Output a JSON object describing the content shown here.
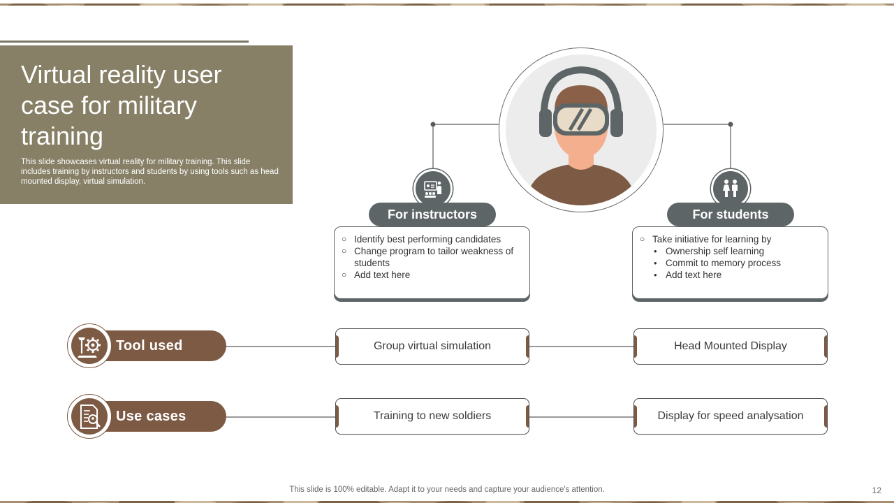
{
  "slide": {
    "title": "Virtual reality user case for military training",
    "description": "This slide showcases virtual reality for  military training. This slide includes training by instructors and students by using tools such as head mounted display, virtual simulation.",
    "footer": "This slide is 100% editable. Adapt it to your needs and capture your audience's attention.",
    "page_number": "12"
  },
  "instructors": {
    "label": "For instructors",
    "icon": "presentation-icon",
    "items": [
      {
        "text": "Identify best performing candidates",
        "level": 0
      },
      {
        "text": "Change program to tailor weakness of students",
        "level": 0
      },
      {
        "text": "Add text here",
        "level": 0
      }
    ]
  },
  "students": {
    "label": "For students",
    "icon": "students-icon",
    "items": [
      {
        "text": "Take initiative for learning by",
        "level": 0
      },
      {
        "text": "Ownership self learning",
        "level": 1
      },
      {
        "text": "Commit to memory process",
        "level": 1
      },
      {
        "text": "Add text here",
        "level": 1
      }
    ]
  },
  "rows": [
    {
      "label": "Tool used",
      "icon": "tools-gear-icon",
      "instructors_value": "Group virtual simulation",
      "students_value": "Head Mounted Display"
    },
    {
      "label": "Use cases",
      "icon": "document-search-icon",
      "instructors_value": "Training to new soldiers",
      "students_value": "Display for speed analysation"
    }
  ],
  "colors": {
    "title_bg": "#878067",
    "slate": "#5e6566",
    "brown": "#7d5a44",
    "skin": "#f4b08e"
  }
}
